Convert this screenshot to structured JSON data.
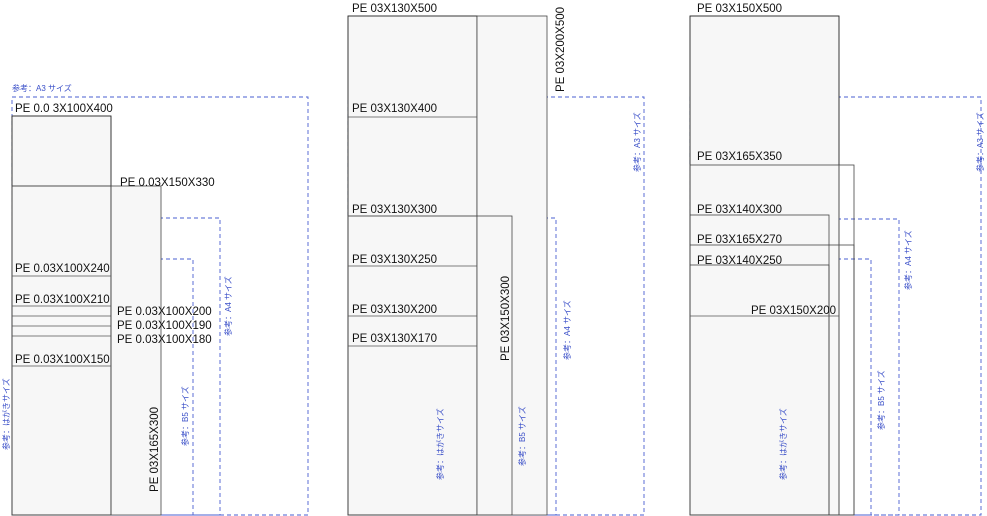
{
  "labels": {
    "g1_400": "PE 0.0 3X100X400",
    "g1_330": "PE 0.03X150X330",
    "g1_240": "PE 0.03X100X240",
    "g1_210": "PE 0.03X100X210",
    "g1_200": "PE 0.03X100X200",
    "g1_190": "PE 0.03X100X190",
    "g1_180": "PE 0.03X100X180",
    "g1_150": "PE 0.03X100X150",
    "g1_165_300": "PE 03X165X300",
    "g2_500": "PE 03X130X500",
    "g2_200_500": "PE 03X200X500",
    "g2_400": "PE 03X130X400",
    "g2_300": "PE 03X130X300",
    "g2_250": "PE 03X130X250",
    "g2_200": "PE 03X130X200",
    "g2_170": "PE 03X130X170",
    "g2_150_300": "PE 03X150X300",
    "g3_500": "PE 03X150X500",
    "g3_165_350": "PE 03X165X350",
    "g3_140_300": "PE 03X140X300",
    "g3_165_270": "PE 03X165X270",
    "g3_140_250": "PE 03X140X250",
    "g3_150_200": "PE 03X150X200"
  },
  "reference": {
    "a3": "参考：A3 サイズ",
    "a4": "参考：A4 サイズ",
    "b5": "参考：B5 サイズ",
    "postcard": "参考：はがきサイズ"
  }
}
